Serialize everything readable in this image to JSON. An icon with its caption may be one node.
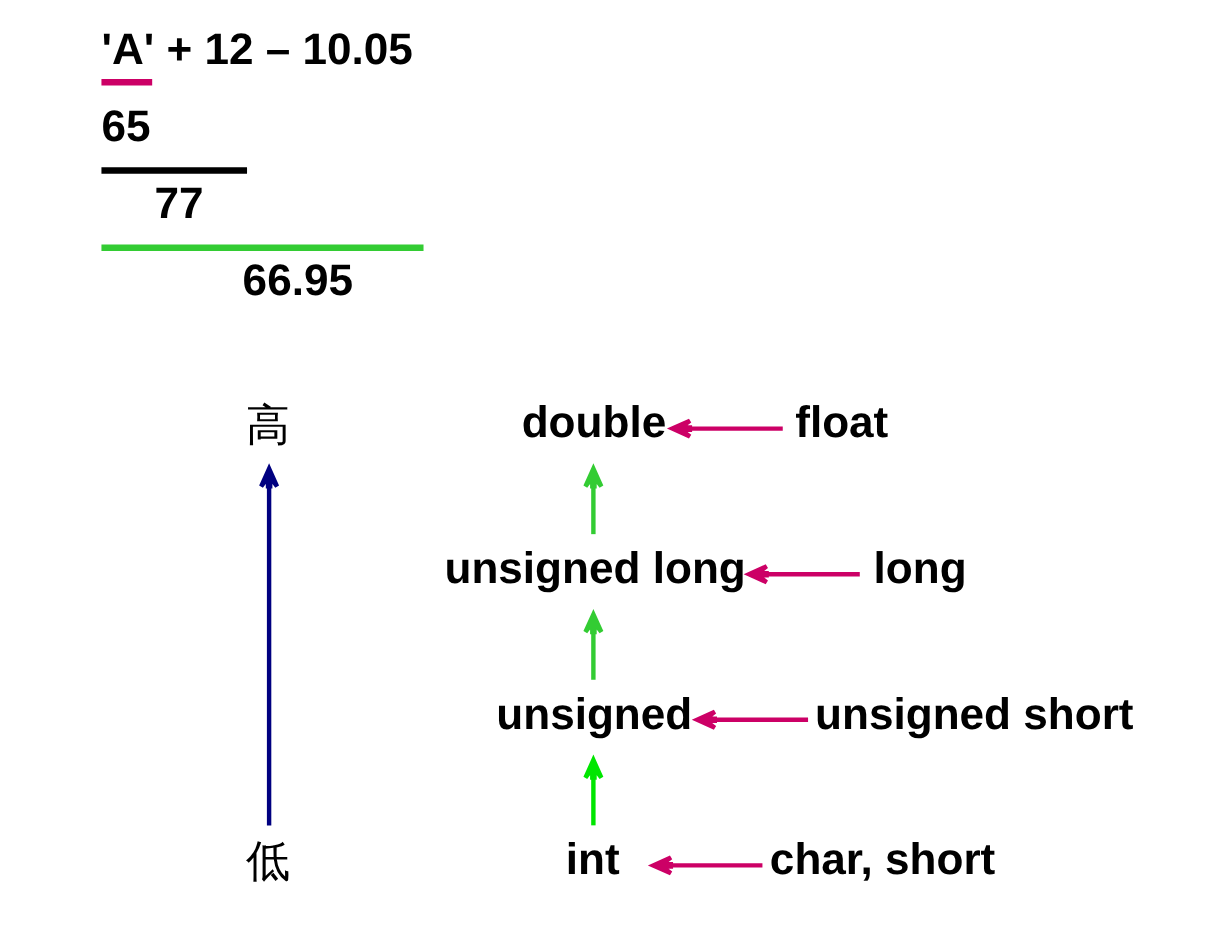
{
  "diagram": {
    "nodes": [
      {
        "text": [
          "高"
        ]
      },
      {
        "text": [
          "double"
        ]
      },
      {
        "text": [
          "float"
        ]
      },
      {
        "text": [
          "unsigned long"
        ]
      },
      {
        "text": [
          "long"
        ]
      },
      {
        "text": [
          "unsigned"
        ]
      },
      {
        "text": [
          "unsigned short"
        ]
      },
      {
        "text": [
          "低"
        ]
      },
      {
        "text": [
          "int"
        ]
      },
      {
        "text": [
          "char, short"
        ]
      }
    ],
    "edges": [
      {
        "from": 7,
        "to": 0,
        "arrow": "to",
        "color": "#000080"
      },
      {
        "from": 2,
        "to": 1,
        "arrow": "to",
        "color": "#cc0066"
      },
      {
        "from": 3,
        "to": 1,
        "arrow": "to",
        "color": "#33cc33"
      },
      {
        "from": 4,
        "to": 3,
        "arrow": "to",
        "color": "#cc0066"
      },
      {
        "from": 5,
        "to": 3,
        "arrow": "to",
        "color": "#33cc33"
      },
      {
        "from": 6,
        "to": 5,
        "arrow": "to",
        "color": "#cc0066"
      },
      {
        "from": 8,
        "to": 5,
        "arrow": "to",
        "color": "#00e600"
      },
      {
        "from": 9,
        "to": 8,
        "arrow": "to",
        "color": "#cc0066"
      }
    ],
    "labels": [
      "'A' + 12 – 10.05",
      "65",
      "77",
      "66.95"
    ]
  }
}
